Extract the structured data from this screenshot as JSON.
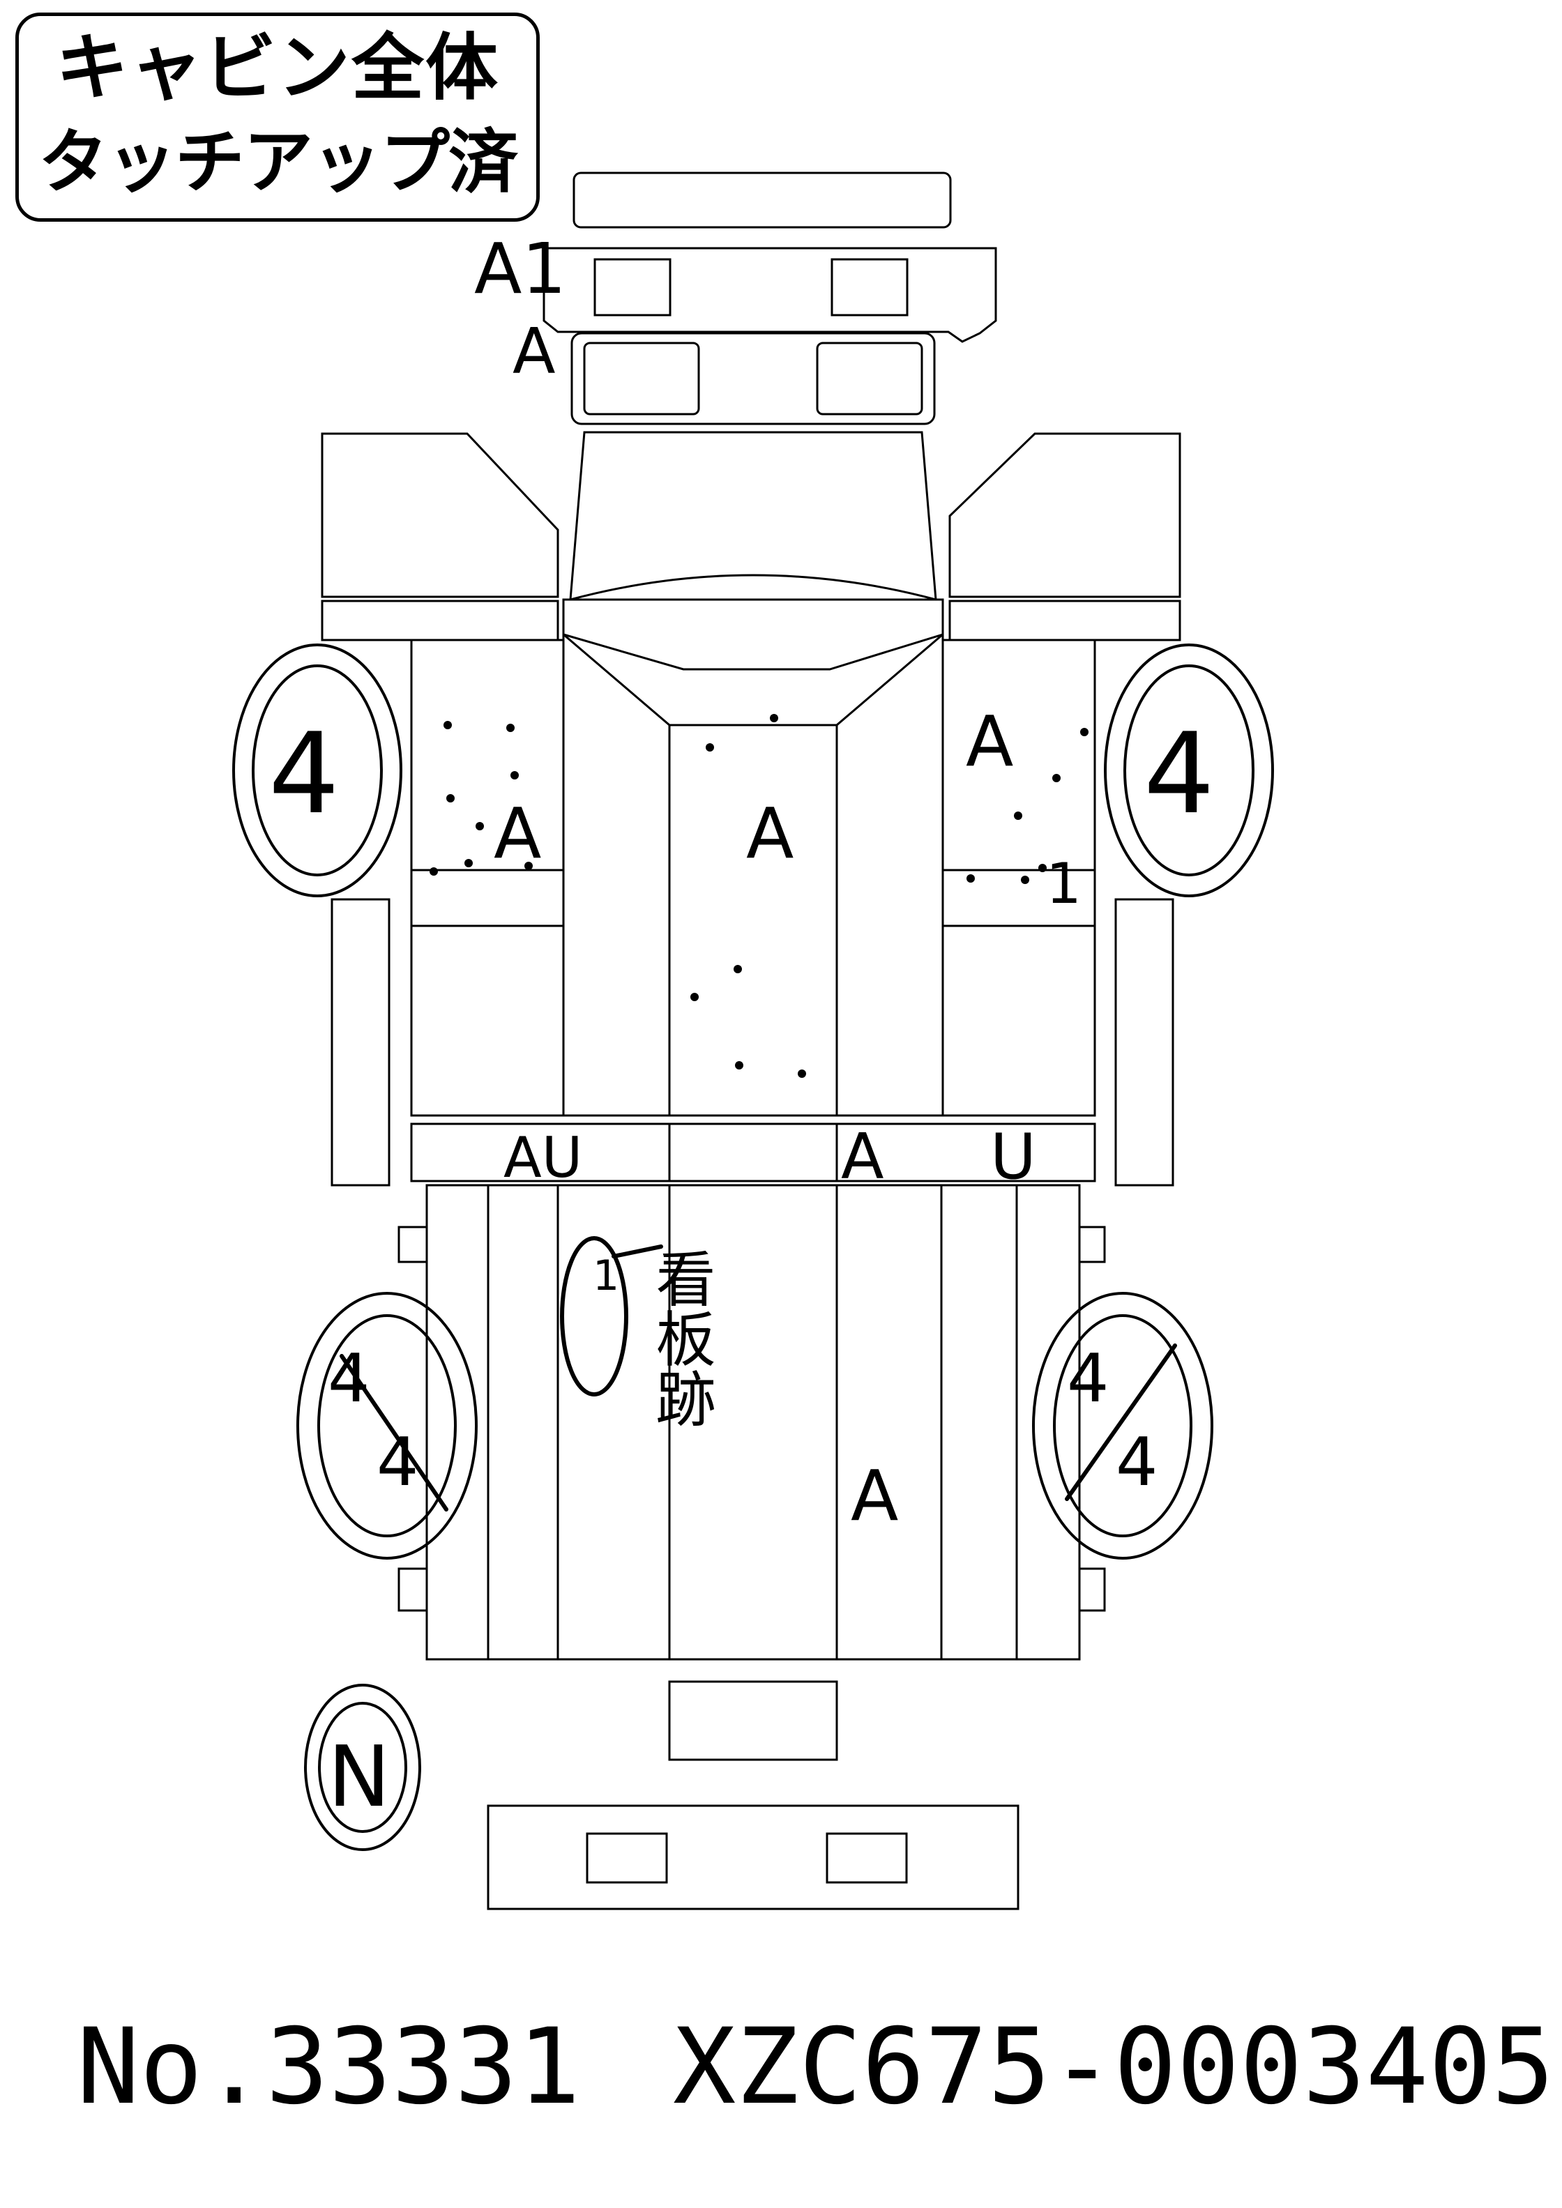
{
  "stamp": {
    "line1": "キャビン全体",
    "line2": "タッチアップ済"
  },
  "footer": {
    "number": "No.33331",
    "chassis": "XZC675-0003405"
  },
  "annotations": {
    "front_bumper": "A1",
    "grille": "A",
    "left_door": "A",
    "cab_roof": "A",
    "right_door_top": "A",
    "right_door_bottom": "1",
    "front_left_tire": "4",
    "front_right_tire": "4",
    "sill_left": "AU",
    "sill_center": "A",
    "sill_right": "U",
    "rear_left_tire_top": "4",
    "rear_left_tire_bottom": "4",
    "rear_right_tire_top": "4",
    "rear_right_tire_bottom": "4",
    "spare_tire": "N",
    "bed_marker": "1",
    "bed_note": "看板跡",
    "bed_floor": "A"
  }
}
